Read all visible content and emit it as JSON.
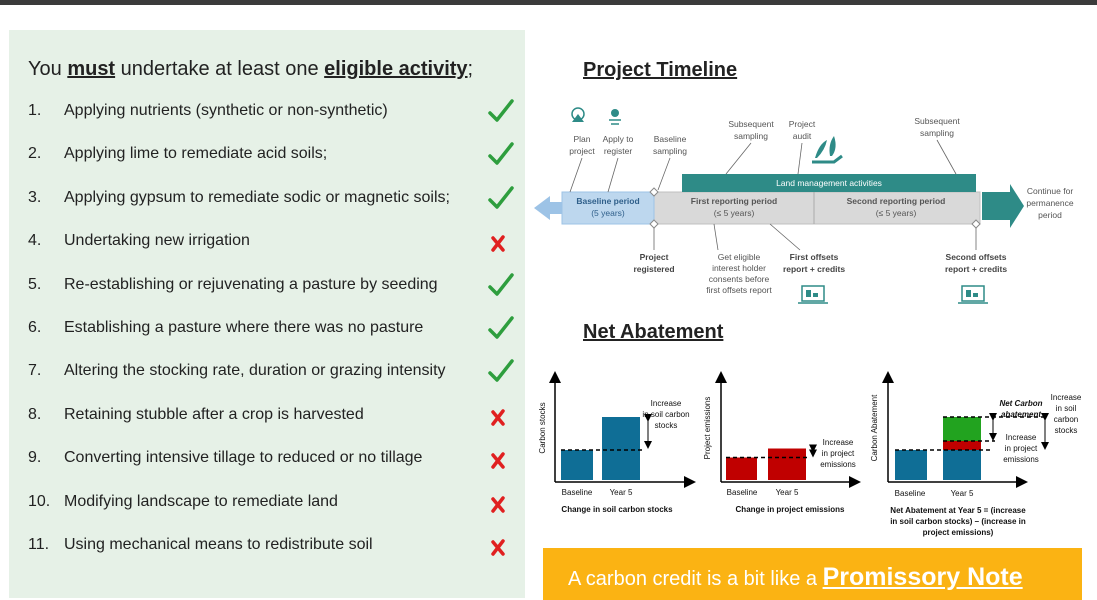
{
  "left": {
    "heading_pre": "You ",
    "heading_must": "must",
    "heading_mid": " undertake at least one ",
    "heading_eligible": "eligible activity",
    "heading_end": ";",
    "activities": [
      {
        "num": "1.",
        "text": "Applying nutrients (synthetic or non-synthetic)",
        "eligible": true
      },
      {
        "num": "2.",
        "text": "Applying lime to remediate acid soils;",
        "eligible": true
      },
      {
        "num": "3.",
        "text": "Applying gypsum to remediate sodic or magnetic soils;",
        "eligible": true
      },
      {
        "num": "4.",
        "text": "Undertaking new irrigation",
        "eligible": false
      },
      {
        "num": "5.",
        "text": "Re-establishing or rejuvenating a pasture by seeding",
        "eligible": true
      },
      {
        "num": "6.",
        "text": "Establishing a pasture where there was no pasture",
        "eligible": true
      },
      {
        "num": "7.",
        "text": "Altering the stocking rate, duration or grazing intensity",
        "eligible": true
      },
      {
        "num": "8.",
        "text": "Retaining stubble after a crop is harvested",
        "eligible": false
      },
      {
        "num": "9.",
        "text": "Converting intensive tillage to reduced or no tillage",
        "eligible": false
      },
      {
        "num": "10.",
        "text": "Modifying landscape to remediate land",
        "eligible": false
      },
      {
        "num": "11.",
        "text": "Using mechanical means to redistribute soil",
        "eligible": false
      }
    ],
    "colors": {
      "check": "#2e9e3e",
      "cross": "#e02020",
      "panel": "#e6f1e7"
    }
  },
  "timeline": {
    "title": "Project Timeline",
    "top_labels": {
      "plan_a": "Plan",
      "plan_b": "project",
      "apply_a": "Apply to",
      "apply_b": "register",
      "base_a": "Baseline",
      "base_b": "sampling",
      "subseq1_a": "Subsequent",
      "subseq1_b": "sampling",
      "audit_a": "Project",
      "audit_b": "audit",
      "subseq2_a": "Subsequent",
      "subseq2_b": "sampling"
    },
    "land_management": "Land management activities",
    "baseline_period_a": "Baseline period",
    "baseline_period_b": "(5 years)",
    "first_period_a": "First reporting period",
    "first_period_b": "(≤ 5 years)",
    "second_period_a": "Second reporting period",
    "second_period_b": "(≤ 5 years)",
    "continue_a": "Continue for",
    "continue_b": "permanence",
    "continue_c": "period",
    "bottom_labels": {
      "registered_a": "Project",
      "registered_b": "registered",
      "consent_a": "Get eligible",
      "consent_b": "interest holder",
      "consent_c": "consents before",
      "consent_d": "first offsets report",
      "first_a": "First offsets",
      "first_b": "report + credits",
      "second_a": "Second offsets",
      "second_b": "report + credits"
    },
    "colors": {
      "bar": "#d9d9d9",
      "teal": "#2e8b87",
      "baseline": "#bdd7ee",
      "arrow_left": "#9dc3e6"
    }
  },
  "abatement": {
    "title": "Net Abatement",
    "charts": [
      {
        "ylabel": "Carbon stocks",
        "categories": [
          "Baseline",
          "Year 5"
        ],
        "values": [
          1,
          2.1
        ],
        "annotation_a": "Increase",
        "annotation_b": "in soil carbon",
        "annotation_c": "stocks",
        "caption_a": "Change in soil carbon stocks",
        "caption_b": ""
      },
      {
        "ylabel": "Project emissions",
        "categories": [
          "Baseline",
          "Year 5"
        ],
        "values": [
          0.75,
          1.05
        ],
        "annotation_a": "Increase",
        "annotation_b": "in project",
        "annotation_c": "emissions",
        "caption_a": "Change in project emissions",
        "caption_b": ""
      },
      {
        "ylabel": "Carbon Abatement",
        "categories": [
          "Baseline",
          "Year 5"
        ],
        "values": [
          1,
          2.1
        ],
        "net_label_a": "Net Carbon",
        "net_label_b": "abatement",
        "inc_emis_a": "Increase",
        "inc_emis_b": "in project",
        "inc_emis_c": "emissions",
        "inc_soil_a": "Increase",
        "inc_soil_b": "in soil",
        "inc_soil_c": "carbon",
        "inc_soil_d": "stocks",
        "caption_a": "Net Abatement at Year 5 = (increase",
        "caption_b": "in soil carbon stocks) – (increase in",
        "caption_c": "project emissions)"
      }
    ],
    "colors": {
      "blue": "#0f6e96",
      "red": "#c00000",
      "green": "#22a31f"
    }
  },
  "banner": {
    "text_pre": "A carbon credit is a bit like a ",
    "text_em": "Promissory Note",
    "color": "#fbb313"
  }
}
